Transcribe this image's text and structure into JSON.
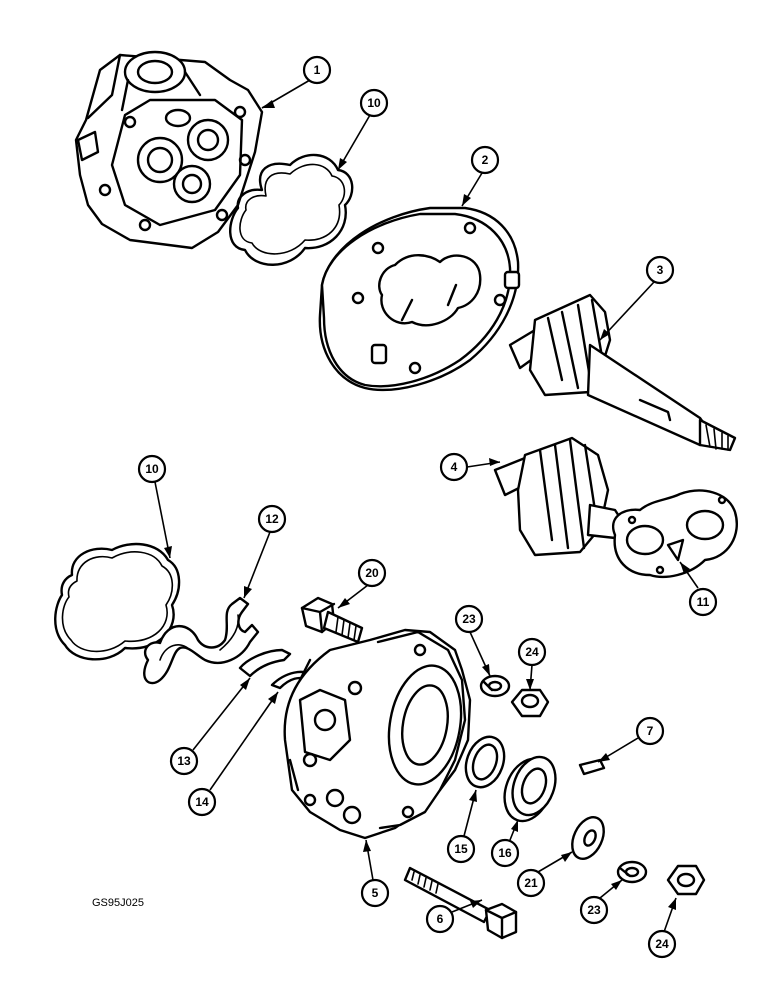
{
  "callouts": [
    {
      "label": "1"
    },
    {
      "label": "10"
    },
    {
      "label": "2"
    },
    {
      "label": "3"
    },
    {
      "label": "4"
    },
    {
      "label": "10"
    },
    {
      "label": "12"
    },
    {
      "label": "11"
    },
    {
      "label": "20"
    },
    {
      "label": "23"
    },
    {
      "label": "24"
    },
    {
      "label": "7"
    },
    {
      "label": "13"
    },
    {
      "label": "14"
    },
    {
      "label": "15"
    },
    {
      "label": "16"
    },
    {
      "label": "21"
    },
    {
      "label": "5"
    },
    {
      "label": "6"
    },
    {
      "label": "23"
    },
    {
      "label": "24"
    }
  ],
  "drawing_code": "GS95J025"
}
